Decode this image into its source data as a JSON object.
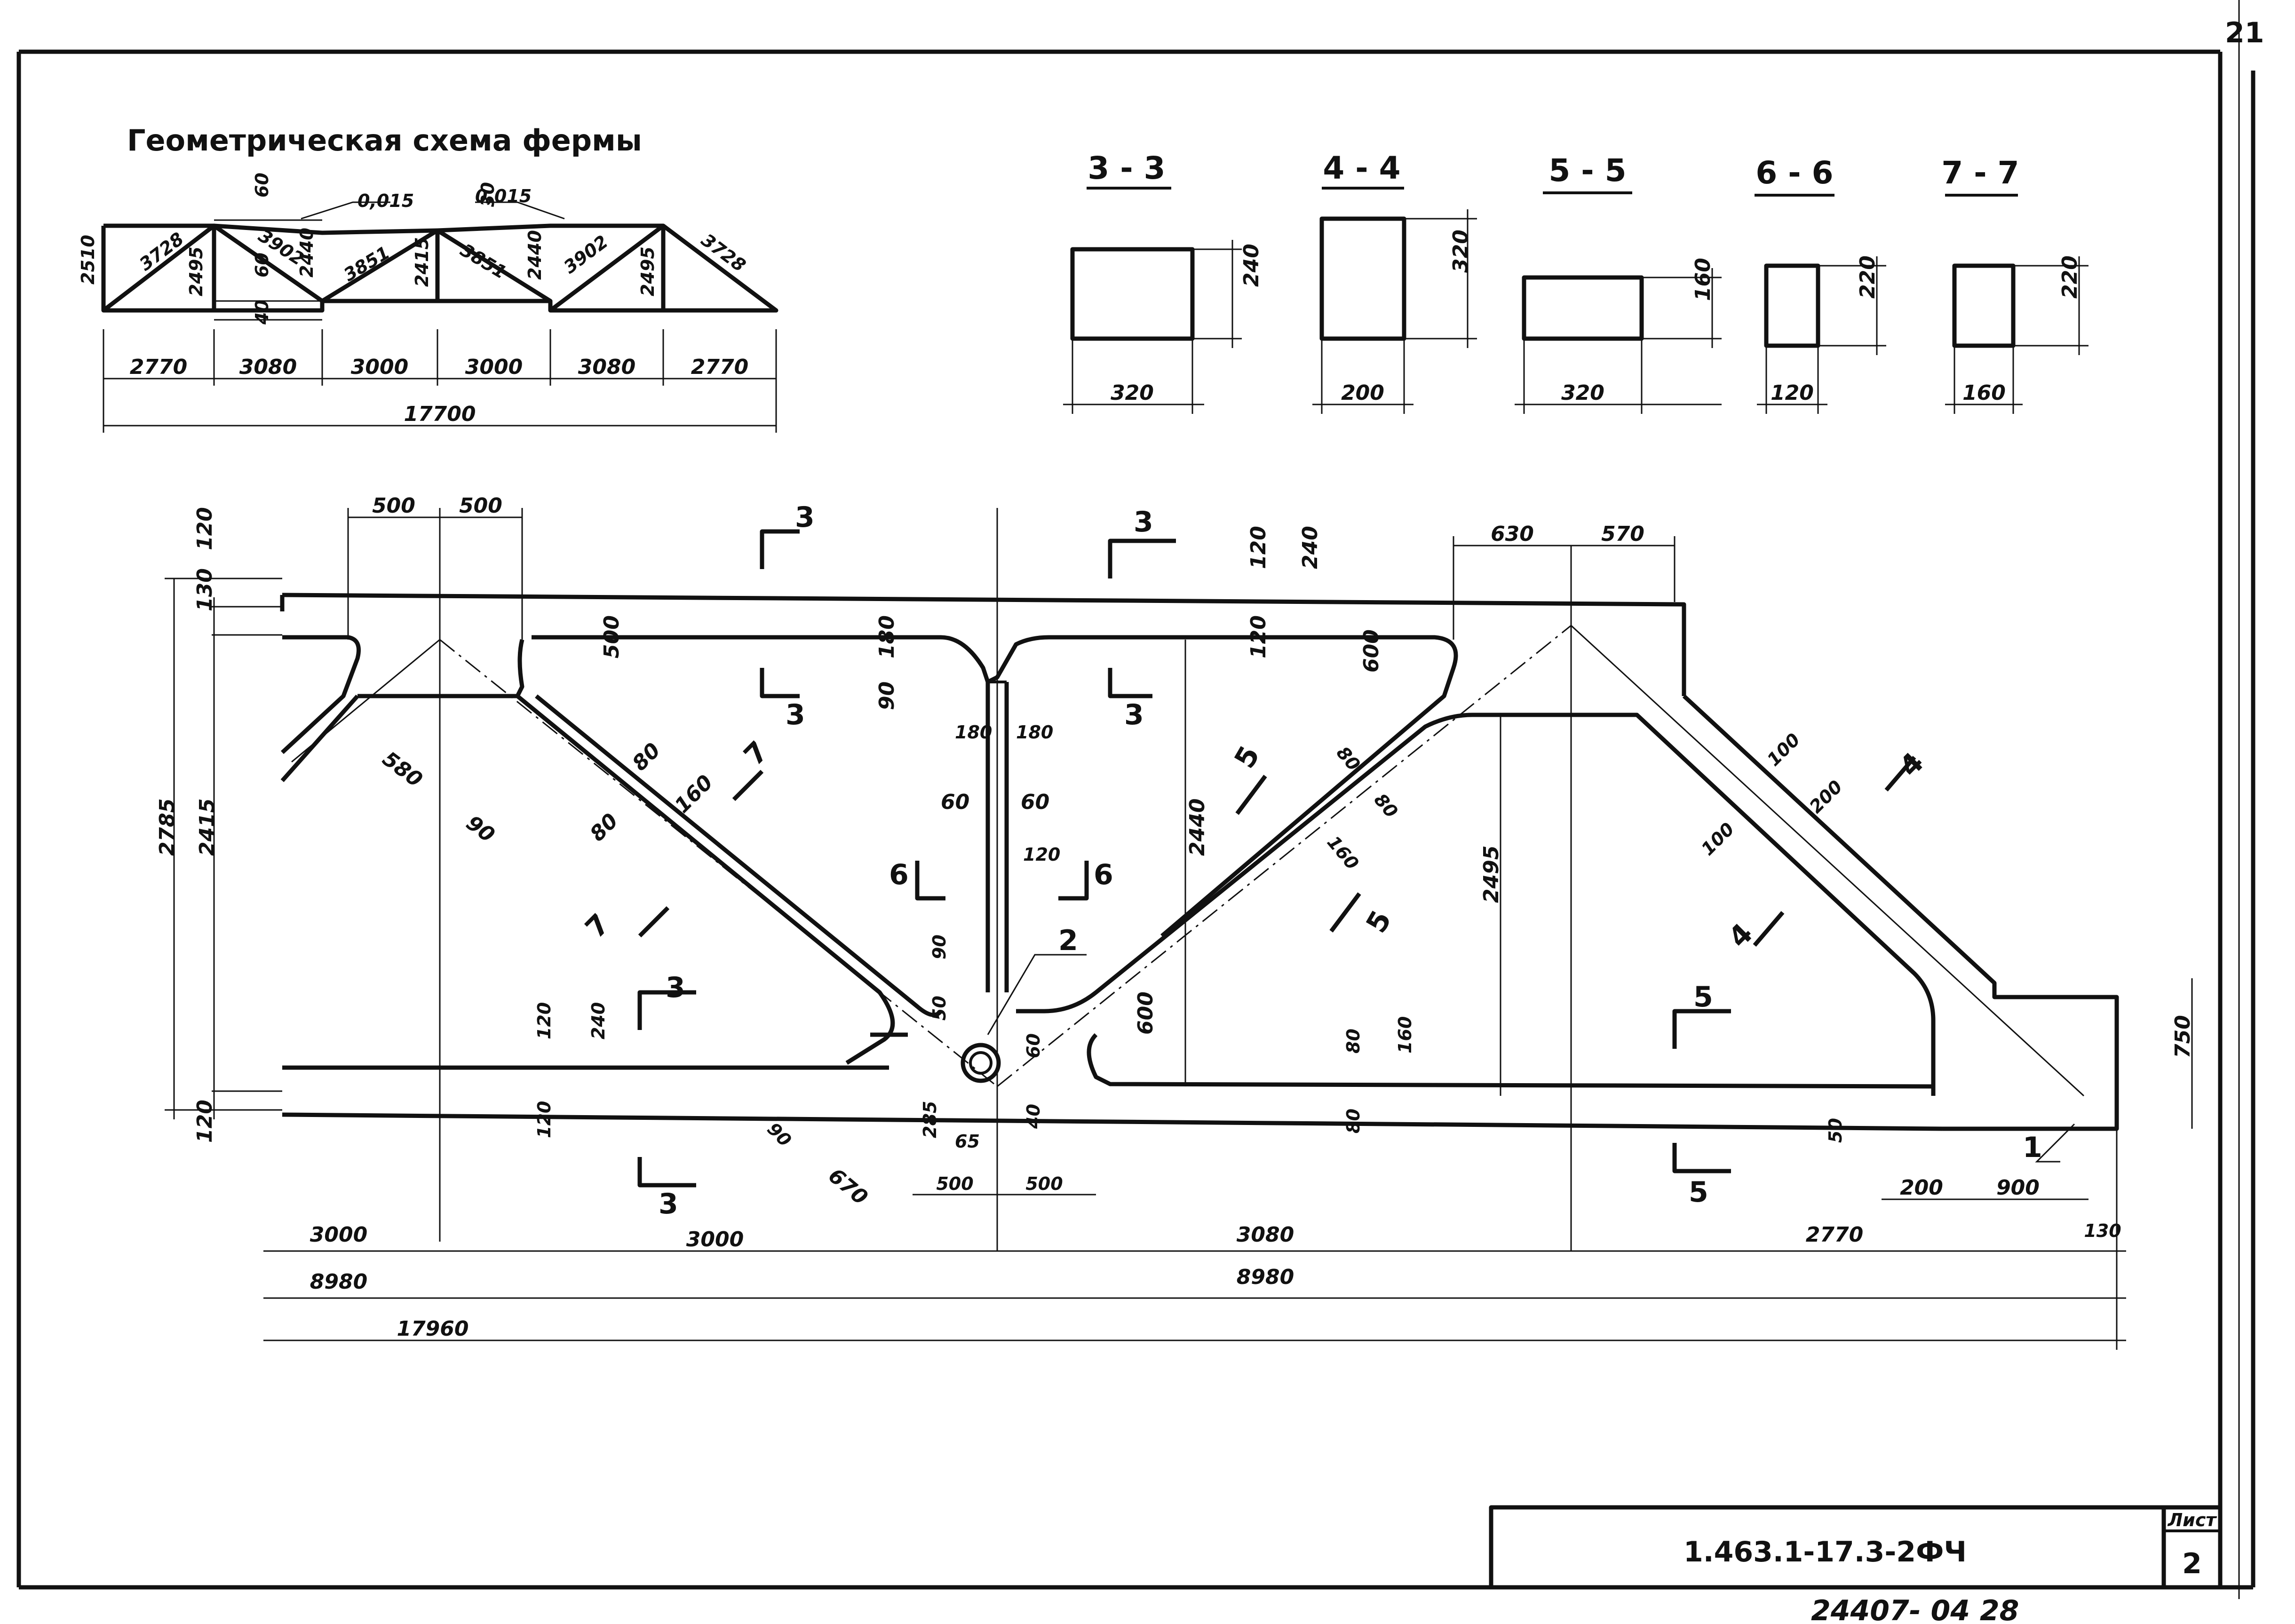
{
  "sheet": {
    "corner_mark": "21",
    "handwritten_note": "24407- 04  28",
    "title_block": {
      "designation": "1.463.1-17.3-2ФЧ",
      "sheet_label": "Лист",
      "sheet_number": "2"
    }
  },
  "scheme": {
    "title": "Геометрическая схема фермы",
    "slopes": [
      "0,015",
      "0,015"
    ],
    "member_lengths": [
      "3728",
      "3902",
      "3851",
      "3851",
      "3902",
      "3728"
    ],
    "heights": [
      "2510",
      "2495",
      "2440",
      "2415",
      "2440",
      "2495"
    ],
    "small_dims": [
      "60",
      "60",
      "40",
      "30"
    ],
    "panels": [
      "2770",
      "3080",
      "3000",
      "3000",
      "3080",
      "2770"
    ],
    "total": "17700"
  },
  "sections": [
    {
      "label": "3 - 3",
      "width": "320",
      "height": "240"
    },
    {
      "label": "4 - 4",
      "width": "200",
      "height": "320"
    },
    {
      "label": "5 - 5",
      "width": "320",
      "height": "160"
    },
    {
      "label": "6 - 6",
      "width": "120",
      "height": "220"
    },
    {
      "label": "7 - 7",
      "width": "160",
      "height": "220"
    }
  ],
  "truss": {
    "top_dims": [
      "500",
      "500",
      "630",
      "570"
    ],
    "left_dims": [
      "120",
      "130",
      "2785",
      "2415",
      "120"
    ],
    "top_chord_dims": [
      "120",
      "240",
      "120",
      "600",
      "500",
      "180",
      "90"
    ],
    "web_dims": [
      "580",
      "90",
      "80",
      "160",
      "80",
      "180",
      "180",
      "60",
      "60",
      "120",
      "90",
      "50",
      "60",
      "80",
      "80",
      "160",
      "100",
      "100",
      "200"
    ],
    "heights": [
      "2440",
      "2495",
      "750"
    ],
    "bottom_dims": [
      "120",
      "240",
      "120",
      "285",
      "65",
      "40",
      "600",
      "80",
      "160",
      "80",
      "50",
      "90",
      "670",
      "500",
      "500",
      "200",
      "900",
      "130"
    ],
    "panel_row": [
      "3000",
      "3000",
      "3080",
      "2770"
    ],
    "half_row": [
      "8980",
      "8980"
    ],
    "total": "17960",
    "section_marks": [
      "3",
      "3",
      "3",
      "3",
      "3",
      "3",
      "5",
      "5",
      "5",
      "5",
      "6",
      "6",
      "7",
      "7",
      "4",
      "4"
    ],
    "callouts": [
      "1",
      "2"
    ]
  }
}
